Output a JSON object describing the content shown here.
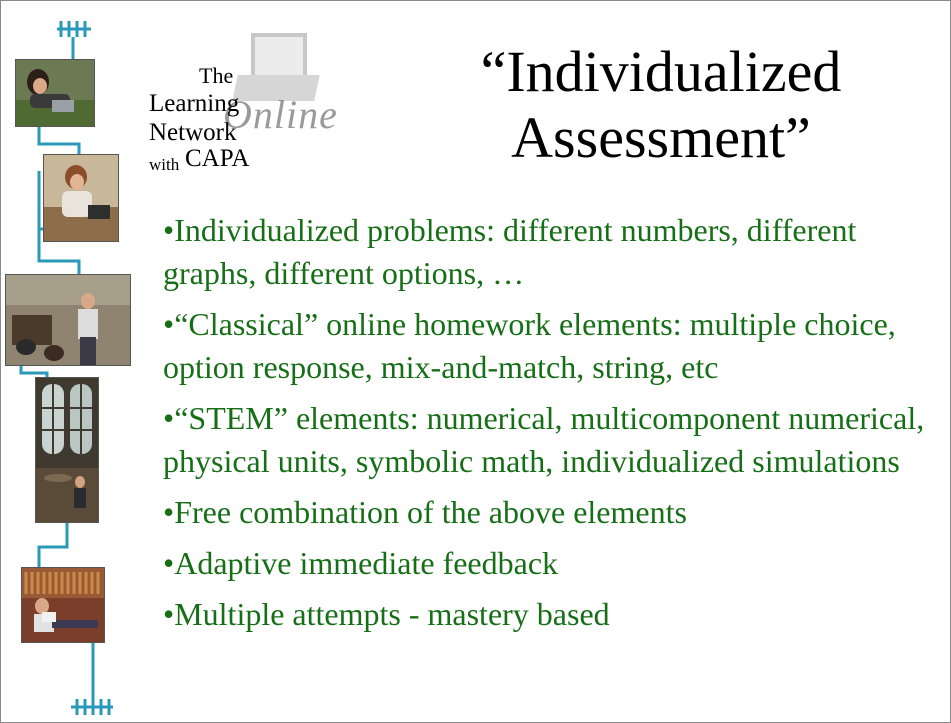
{
  "slide": {
    "title_line1": "“Individualized",
    "title_line2": "Assessment”",
    "bullet_char": "•",
    "bullets": [
      "Individualized problems: different numbers, different graphs, different options, …",
      "“Classical” online homework elements: multiple choice, option response, mix-and-match, string, etc",
      "“STEM” elements: numerical, multicomponent numerical, physical units, symbolic math, individualized simulations",
      "Free combination of the above elements",
      "Adaptive immediate feedback",
      "Multiple attempts - mastery based"
    ]
  },
  "logo": {
    "the": "The",
    "learning": "Learning",
    "network": "Network",
    "with": "with",
    "capa": "CAPA",
    "online": "Online"
  },
  "colors": {
    "bullet_text": "#166e16",
    "rail": "#2a9ab8",
    "title": "#000000"
  },
  "icons": {
    "top_connector": "trident-connector-icon",
    "bottom_connector": "trident-connector-icon"
  },
  "photos": [
    "student-outdoors-laptop",
    "student-at-desk",
    "lecturer-in-classroom",
    "library-reading-room",
    "student-reading-library"
  ]
}
